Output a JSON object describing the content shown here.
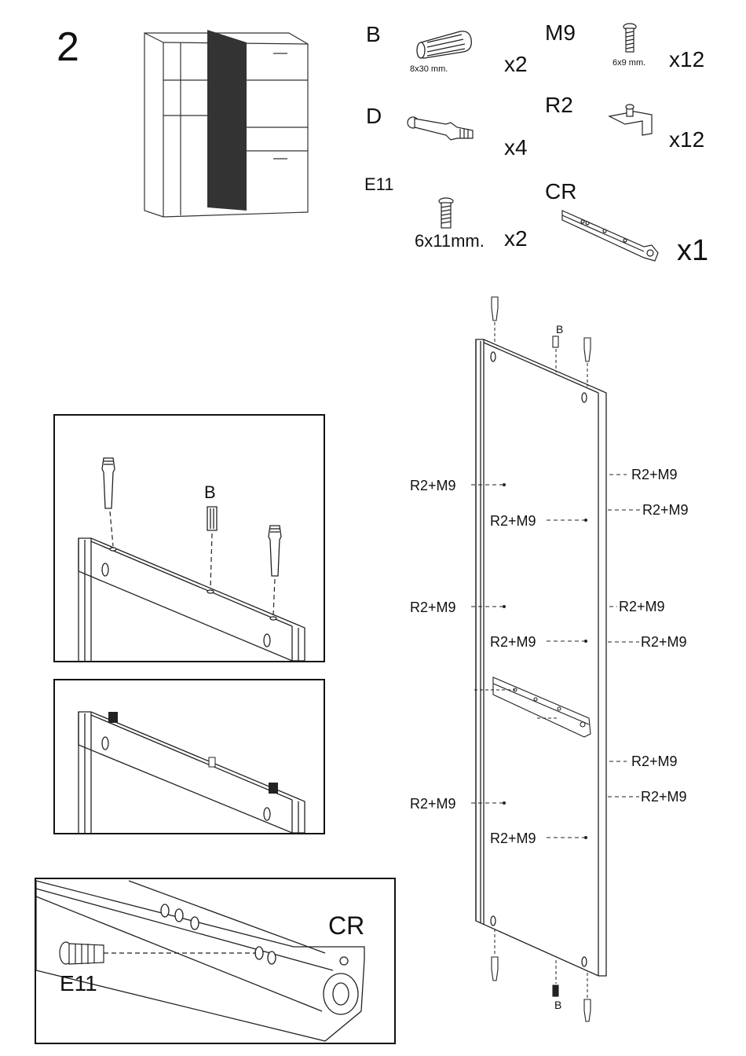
{
  "step_number": "2",
  "parts": {
    "B": {
      "code": "B",
      "size": "8x30 mm.",
      "qty": "x2"
    },
    "M9": {
      "code": "M9",
      "size": "6x9 mm.",
      "qty": "x12"
    },
    "D": {
      "code": "D",
      "qty": "x4"
    },
    "R2": {
      "code": "R2",
      "qty": "x12"
    },
    "E11": {
      "code": "E11",
      "size": "6x11mm.",
      "qty": "x2"
    },
    "CR": {
      "code": "CR",
      "qty": "x1"
    }
  },
  "labels": {
    "r2m9": "R2+M9",
    "b": "B",
    "cr": "CR",
    "e11": "E11"
  }
}
